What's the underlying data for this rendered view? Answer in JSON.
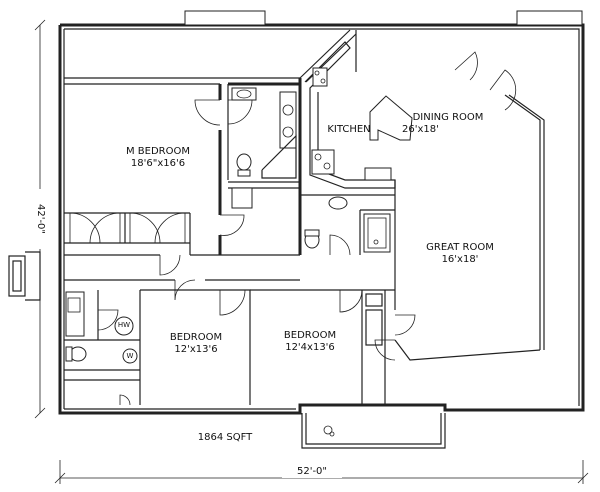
{
  "rooms": {
    "master": {
      "name": "M BEDROOM",
      "dims": "18'6\"x16'6"
    },
    "kitchen": {
      "name": "KITCHEN"
    },
    "dining": {
      "name": "DINING ROOM",
      "dims": "26'x18'"
    },
    "great": {
      "name": "GREAT ROOM",
      "dims": "16'x18'"
    },
    "bedroom2": {
      "name": "BEDROOM",
      "dims": "12'x13'6"
    },
    "bedroom3": {
      "name": "BEDROOM",
      "dims": "12'4x13'6"
    }
  },
  "fixtures": {
    "water_heater": "HW",
    "washer": "W"
  },
  "area": "1864 SQFT",
  "dimensions": {
    "width": "52'-0\"",
    "depth": "42'-0\""
  }
}
